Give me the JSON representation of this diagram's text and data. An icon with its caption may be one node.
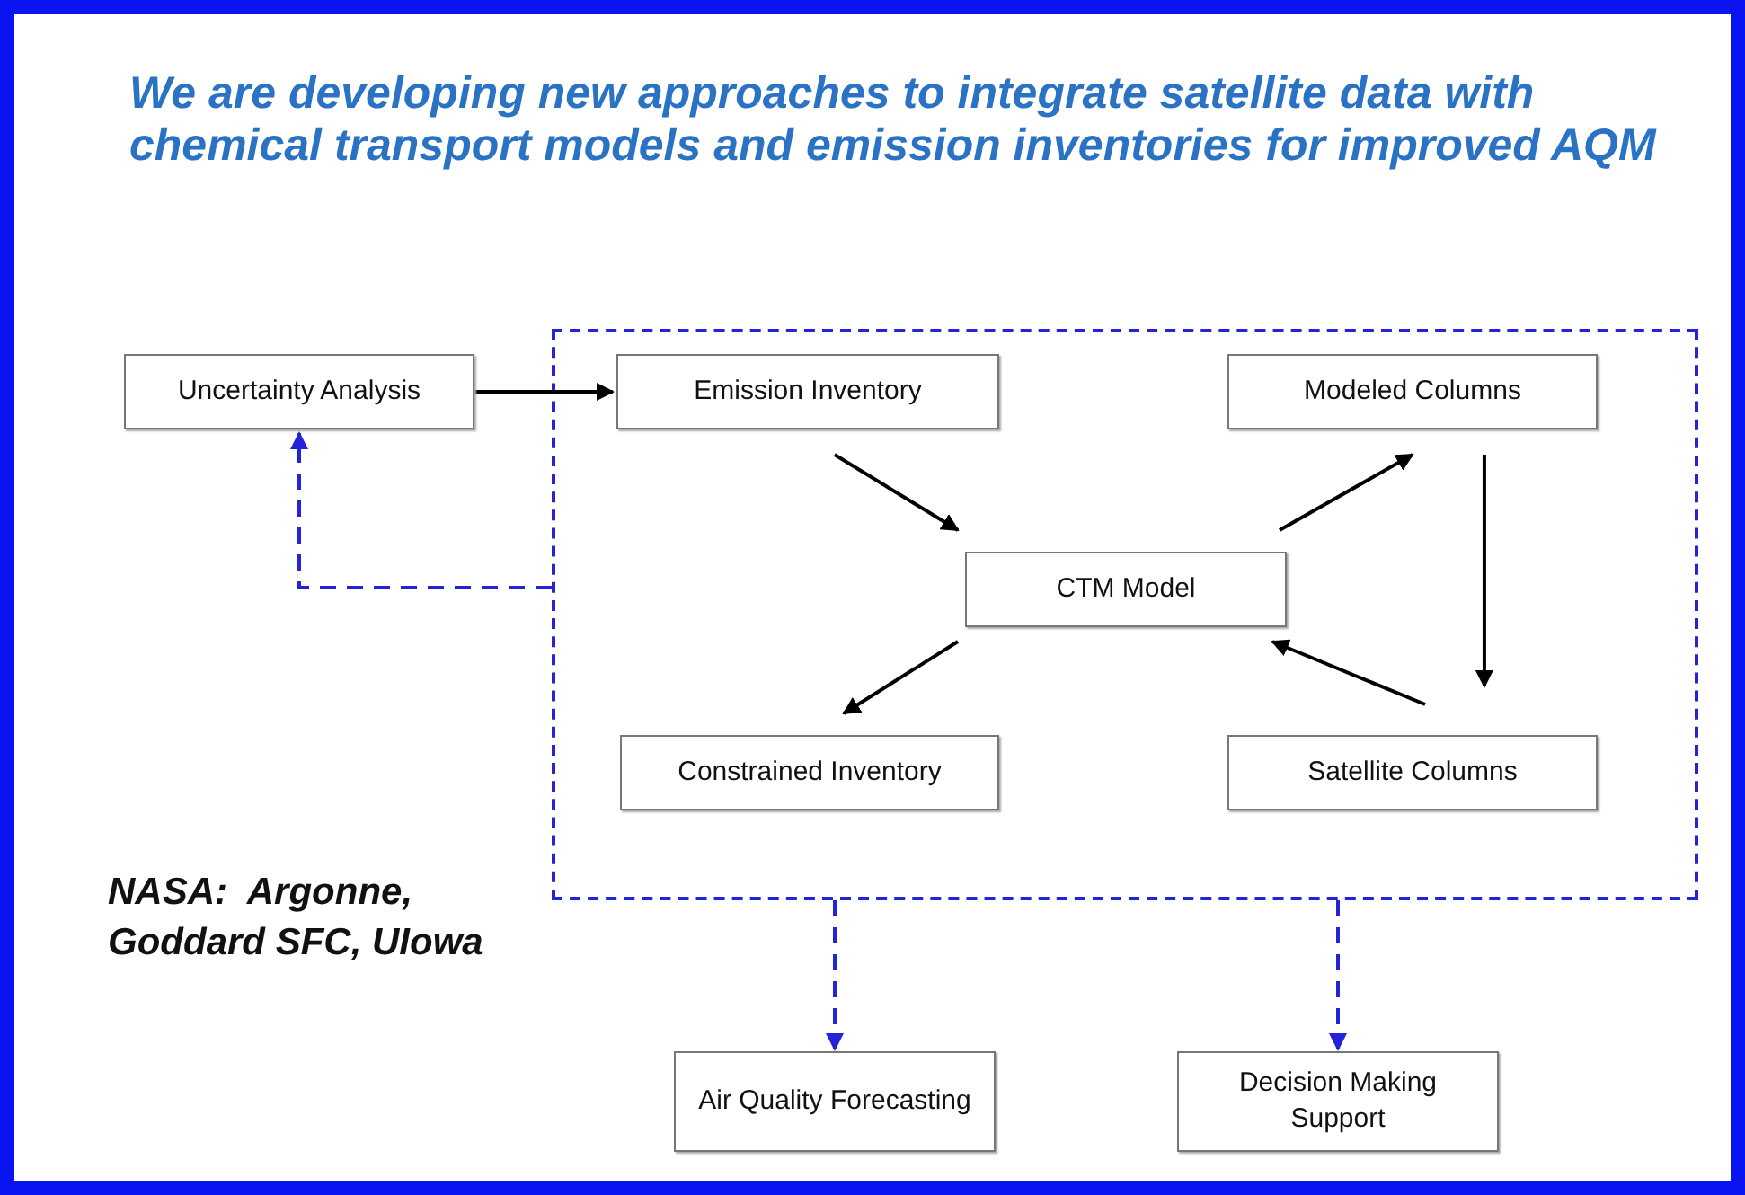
{
  "diagram": {
    "title": "We are developing new approaches to integrate satellite data with chemical transport models and emission inventories for improved AQM",
    "nodes": [
      {
        "text": [],
        "shape": "box"
      },
      {
        "text": [
          "Uncertainty Analysis"
        ]
      },
      {
        "text": [
          "Emission Inventory"
        ],
        "in": 0
      },
      {
        "text": [
          "Modeled Columns"
        ],
        "in": 0
      },
      {
        "text": [
          "CTM Model"
        ],
        "in": 0
      },
      {
        "text": [
          "Constrained Inventory"
        ],
        "in": 0
      },
      {
        "text": [
          "Satellite Columns"
        ],
        "in": 0
      },
      {
        "text": [
          "Air Quality Forecasting"
        ]
      },
      {
        "text": [
          "Decision Making Support"
        ]
      }
    ],
    "edges": [
      {
        "from": 1,
        "to": 2,
        "arrow": "to"
      },
      {
        "from": 2,
        "to": 4,
        "arrow": "to"
      },
      {
        "from": 4,
        "to": 3,
        "arrow": "to"
      },
      {
        "from": 3,
        "to": 6,
        "arrow": "to"
      },
      {
        "from": 6,
        "to": 4,
        "arrow": "to"
      },
      {
        "from": 4,
        "to": 5,
        "arrow": "to"
      },
      {
        "from": 0,
        "to": 1,
        "arrow": "to",
        "style": "dashed",
        "color": "#2323d8"
      },
      {
        "from": 0,
        "to": 7,
        "arrow": "to",
        "style": "dashed",
        "color": "#2323d8"
      },
      {
        "from": 0,
        "to": 8,
        "arrow": "to",
        "style": "dashed",
        "color": "#2323d8"
      }
    ],
    "labels": [
      "NASA:  Argonne, Goddard SFC, UIowa"
    ]
  }
}
